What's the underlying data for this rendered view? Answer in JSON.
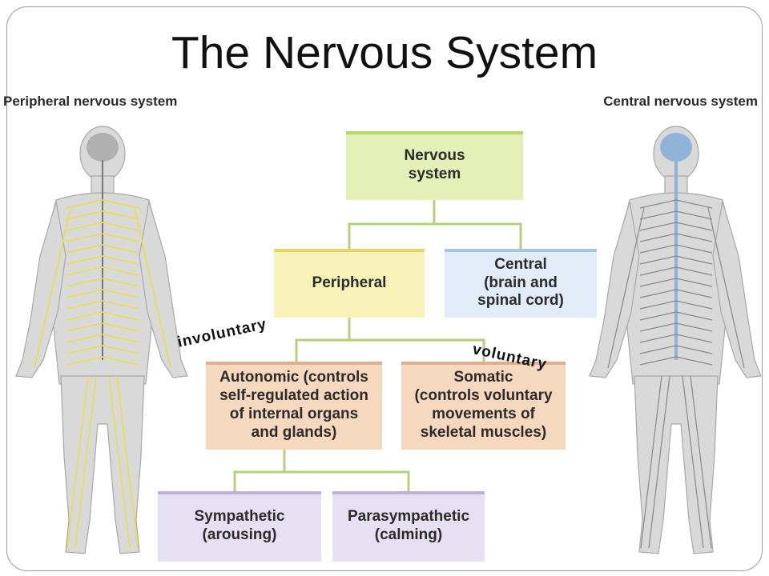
{
  "title": "The Nervous System",
  "labels": {
    "peripheral_nervous_system": "Peripheral nervous system",
    "central_nervous_system": "Central nervous system"
  },
  "boxes": {
    "nervous": "Nervous\nsystem",
    "peripheral": "Peripheral",
    "central": "Central\n(brain and\nspinal cord)",
    "autonomic": "Autonomic (controls\nself-regulated action\nof internal organs\nand glands)",
    "somatic": "Somatic\n(controls voluntary\nmovements of\nskeletal muscles)",
    "sympathetic": "Sympathetic\n(arousing)",
    "parasympathetic": "Parasympathetic\n(calming)"
  },
  "annotations": {
    "involuntary": "involuntary",
    "voluntary": "voluntary"
  },
  "colors": {
    "connector": "#b5d07a",
    "green_box": "#e5efb8",
    "yellow_box": "#f8f2b8",
    "blue_box": "#e2ecf8",
    "orange_box": "#f6d8bf",
    "purple_box": "#e6e1f2",
    "peripheral_nerves": "#e6e04a",
    "central_nerves": "#8fb4d8"
  }
}
